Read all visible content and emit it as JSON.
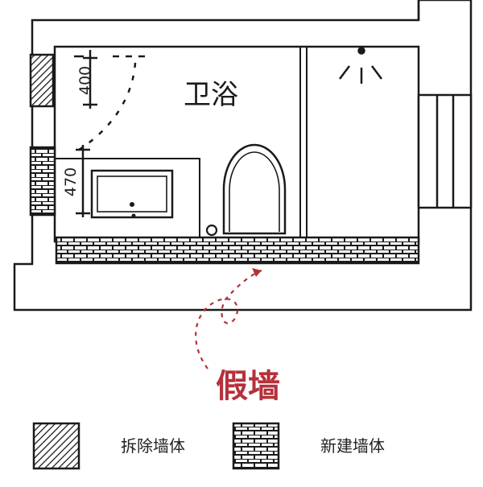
{
  "diagram": {
    "room_label": "卫浴",
    "dimensions": {
      "upper": "400",
      "lower": "470"
    },
    "annotation": {
      "label": "假墙",
      "color": "#b5313a"
    },
    "legend": [
      {
        "pattern": "hatched",
        "label": "拆除墙体"
      },
      {
        "pattern": "brick",
        "label": "新建墙体"
      }
    ],
    "colors": {
      "line": "#1a1a1a",
      "wall_fill": "#ffffff",
      "background": "#ffffff"
    }
  }
}
